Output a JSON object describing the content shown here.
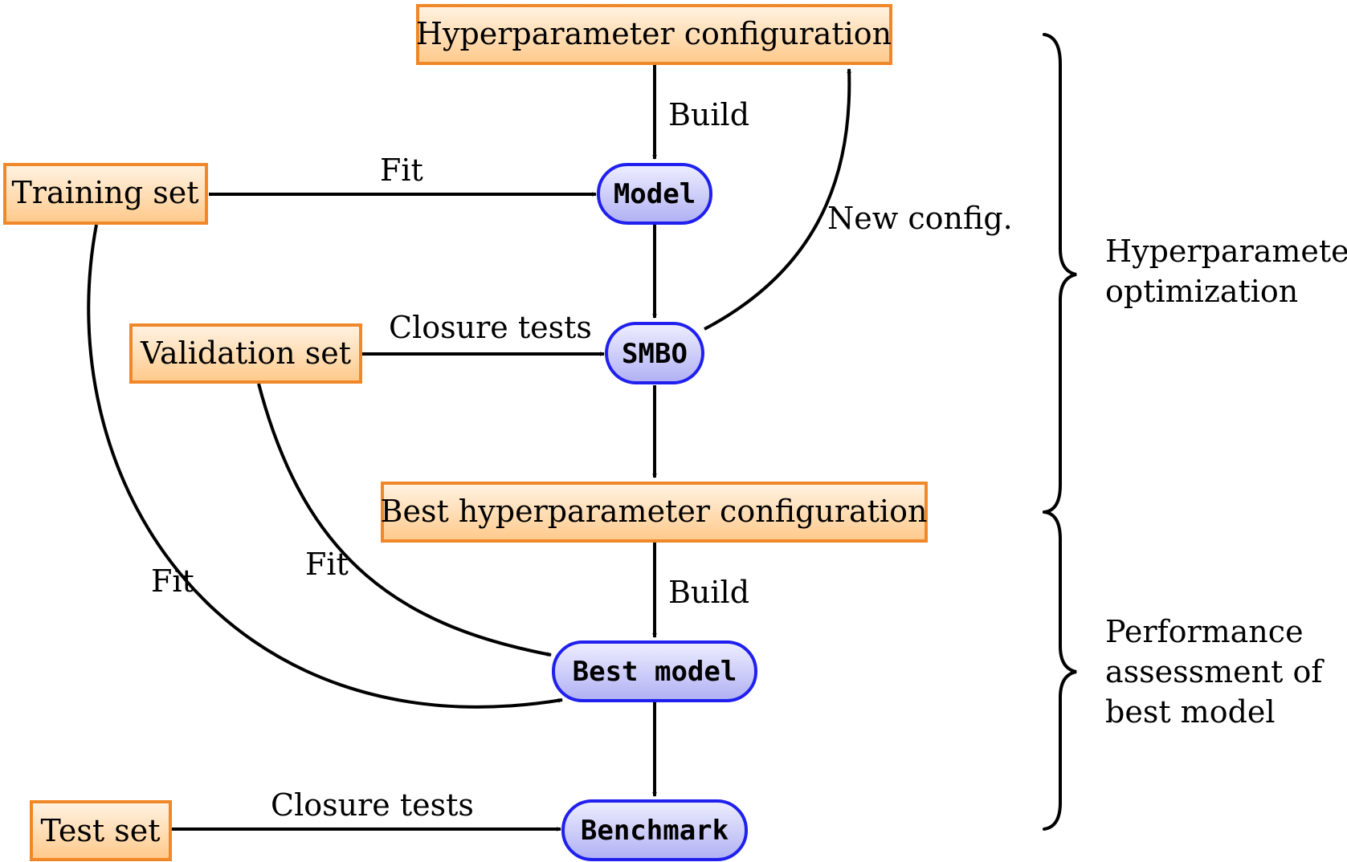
{
  "boxes": {
    "hyper_config": "Hyperparameter configuration",
    "training_set": "Training set",
    "validation_set": "Validation set",
    "best_config": "Best hyperparameter configuration",
    "test_set": "Test set"
  },
  "nodes": {
    "model": "Model",
    "smbo": "SMBO",
    "best_model": "Best model",
    "benchmark": "Benchmark"
  },
  "edge_labels": {
    "build_top": "Build",
    "fit_training_model": "Fit",
    "new_config": "New config.",
    "closure_validation": "Closure tests",
    "fit_validation_best": "Fit",
    "fit_training_best": "Fit",
    "build_bottom": "Build",
    "closure_test": "Closure tests"
  },
  "braces": {
    "optimization": [
      "Hyperparameter",
      "optimization"
    ],
    "assessment": [
      "Performance",
      "assessment of",
      "best model"
    ]
  },
  "colors": {
    "box_stroke": "#f0882a",
    "box_fill_top": "#fff3e3",
    "box_fill_bottom": "#ffc98a",
    "node_stroke": "#2020ee",
    "node_fill_top": "#eeeeff",
    "node_fill_bottom": "#b0b0f4"
  }
}
